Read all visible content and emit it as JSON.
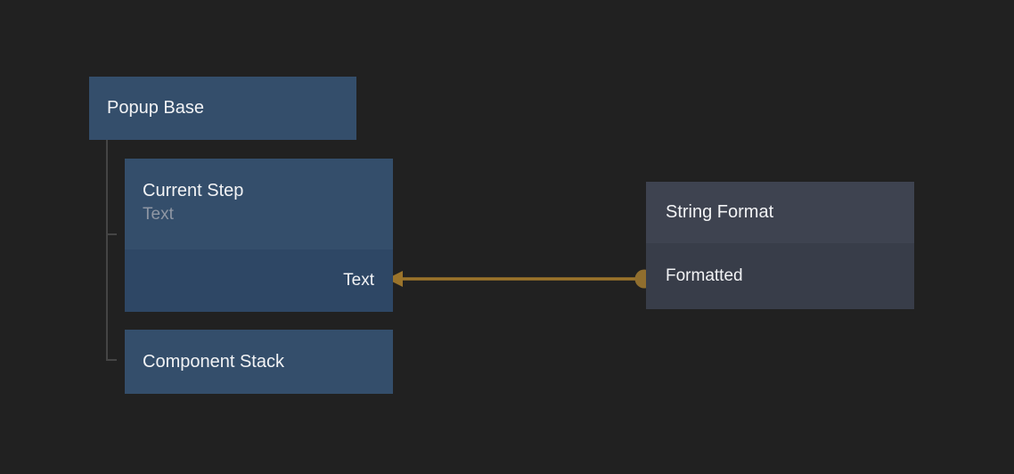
{
  "canvas": {
    "background": "#212121"
  },
  "colors": {
    "node_blue": "#344e6b",
    "node_blue_dark": "#2e4765",
    "node_gray_header": "#3e4350",
    "node_gray_body": "#383d49",
    "wire": "#9b742b",
    "wire_dot": "#906e2e",
    "tree_line": "#454545",
    "title_text": "#f2f3f5",
    "subtitle_text": "#8f97a4"
  },
  "nodes": {
    "popup_base": {
      "title": "Popup Base"
    },
    "current_step": {
      "title": "Current Step",
      "subtitle": "Text",
      "input_label": "Text"
    },
    "component_stack": {
      "title": "Component Stack"
    },
    "string_format": {
      "title": "String Format",
      "output_label": "Formatted"
    }
  },
  "connection": {
    "from_node": "String Format",
    "from_port": "Formatted",
    "to_node": "Current Step",
    "to_port": "Text"
  }
}
